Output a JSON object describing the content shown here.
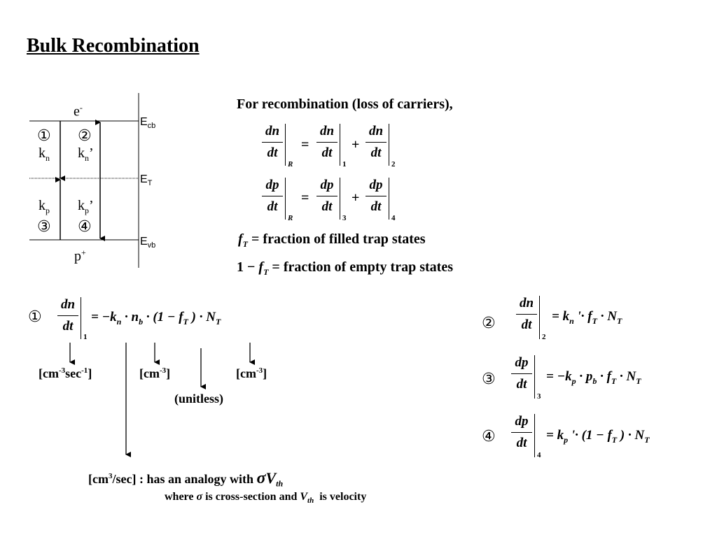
{
  "title": "Bulk Recombination",
  "diagram": {
    "electron_label": "e",
    "electron_sup": "-",
    "hole_label": "p",
    "hole_sup": "+",
    "ecb_main": "E",
    "ecb_sub": "cb",
    "et_main": "E",
    "et_sub": "T",
    "evb_main": "E",
    "evb_sub": "vb",
    "c1": "①",
    "c2": "②",
    "c3": "③",
    "c4": "④",
    "kn_main": "k",
    "kn_sub": "n",
    "knp_main": "k",
    "knp_sub": "n",
    "knp_prime": "’",
    "kp_main": "k",
    "kp_sub": "p",
    "kpp_main": "k",
    "kpp_sub": "p",
    "kpp_prime": "’"
  },
  "intro": "For recombination (loss of carriers),",
  "eq_dn": {
    "num": "dn",
    "den": "dt",
    "sub_left": "R",
    "sub_1": "1",
    "sub_2": "2",
    "eq": "=",
    "plus": "+"
  },
  "eq_dp": {
    "num": "dp",
    "den": "dt",
    "sub_left": "R",
    "sub_3": "3",
    "sub_4": "4",
    "eq": "=",
    "plus": "+"
  },
  "ft_line": {
    "sym": "f",
    "sub": "T",
    "text": "= fraction of filled trap states"
  },
  "one_minus_ft_line": {
    "prefix": "1 −",
    "sym": "f",
    "sub": "T",
    "text": "= fraction of empty trap states"
  },
  "rate1": {
    "circle": "①",
    "num": "dn",
    "den": "dt",
    "sub": "1",
    "rhs": "= −k",
    "rhs_sub_n": "n",
    "rhs_mid": "· n",
    "rhs_sub_b": "b",
    "rhs_tail": "· (1 − f",
    "rhs_sub_T": "T",
    "rhs_end": ") · N",
    "rhs_sub_T2": "T"
  },
  "units": {
    "u1": "[cm",
    "u1_sup1": "-3",
    "u1_mid": "sec",
    "u1_sup2": "-1",
    "u1_end": "]",
    "u2": "[cm",
    "u2_sup": "-3",
    "u2_end": "]",
    "u3": "[cm",
    "u3_sup": "-3",
    "u3_end": "]",
    "unitless": "(unitless)"
  },
  "rate2": {
    "circle": "②",
    "num": "dn",
    "den": "dt",
    "sub": "2",
    "rhs": "= k",
    "rhs_sub_n": "n",
    "rhs_tail": "'· f",
    "rhs_sub_T": "T",
    "rhs_end": "· N",
    "rhs_sub_T2": "T"
  },
  "rate3": {
    "circle": "③",
    "num": "dp",
    "den": "dt",
    "sub": "3",
    "rhs": "= −k",
    "rhs_sub_p": "p",
    "rhs_mid": "· p",
    "rhs_sub_b": "b",
    "rhs_tail": "· f",
    "rhs_sub_T": "T",
    "rhs_end": "· N",
    "rhs_sub_T2": "T"
  },
  "rate4": {
    "circle": "④",
    "num": "dp",
    "den": "dt",
    "sub": "4",
    "rhs": "= k",
    "rhs_sub_p": "p",
    "rhs_tail": "'· (1 − f",
    "rhs_sub_T": "T",
    "rhs_end": ") · N",
    "rhs_sub_T2": "T"
  },
  "analogy": {
    "prefix": "[cm",
    "sup": "3",
    "text": "/sec] : has an analogy with",
    "sigma": "σ",
    "v": "V",
    "v_sub": "th"
  },
  "where_line": {
    "w1": "where",
    "sigma": "σ",
    "w2": "is cross-section and",
    "v": "V",
    "v_sub": "th",
    "w3": "is velocity"
  }
}
